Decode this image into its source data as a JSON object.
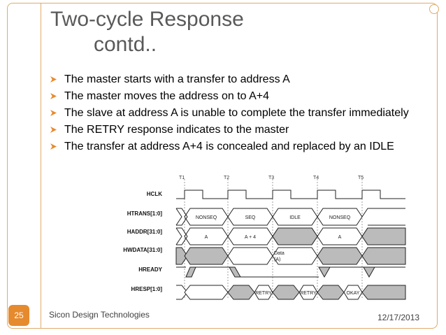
{
  "slide": {
    "title_line1": "Two-cycle Response",
    "title_line2": "contd..",
    "bullets": [
      "The master starts with a transfer to address A",
      "The master moves the address on to A+4",
      " The slave at address A is unable to complete the transfer immediately",
      " The RETRY response indicates to the master",
      " The transfer at address A+4 is concealed and replaced by an IDLE"
    ],
    "slide_number": "25",
    "company": "Sicon Design Technologies",
    "date": "12/17/2013"
  },
  "colors": {
    "accent": "#e68a2e",
    "frame": "#e0aa6a",
    "title": "#595959"
  },
  "diagram": {
    "time_labels": [
      "T1",
      "T2",
      "T3",
      "T4",
      "T5"
    ],
    "signals": [
      "HCLK",
      "HTRANS[1:0]",
      "HADDR[31:0]",
      "HWDATA[31:0]",
      "HREADY",
      "HRESP[1:0]"
    ],
    "htrans_values": [
      "NONSEQ",
      "SEQ",
      "IDLE",
      "NONSEQ"
    ],
    "haddr_values": [
      "A",
      "A + 4",
      "A"
    ],
    "hwdata_value_line1": "Data",
    "hwdata_value_line2": "(A)",
    "hresp_values": [
      "RETRY",
      "RETRY",
      "OKAY"
    ]
  }
}
